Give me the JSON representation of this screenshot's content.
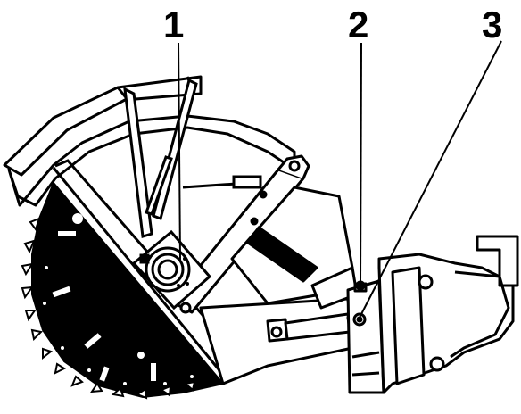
{
  "diagram": {
    "callouts": [
      {
        "id": "1",
        "label": "1"
      },
      {
        "id": "2",
        "label": "2"
      },
      {
        "id": "3",
        "label": "3"
      }
    ],
    "colors": {
      "stroke": "#000000",
      "fill_dark": "#000000",
      "fill_light": "#ffffff",
      "background": "#ffffff"
    },
    "icons": {
      "blade": "saw-blade",
      "guard": "blade-guard",
      "arm": "saw-arm",
      "spindle": "spindle-hub",
      "cylinder": "hydraulic-cylinder",
      "mount": "mounting-bracket"
    }
  }
}
